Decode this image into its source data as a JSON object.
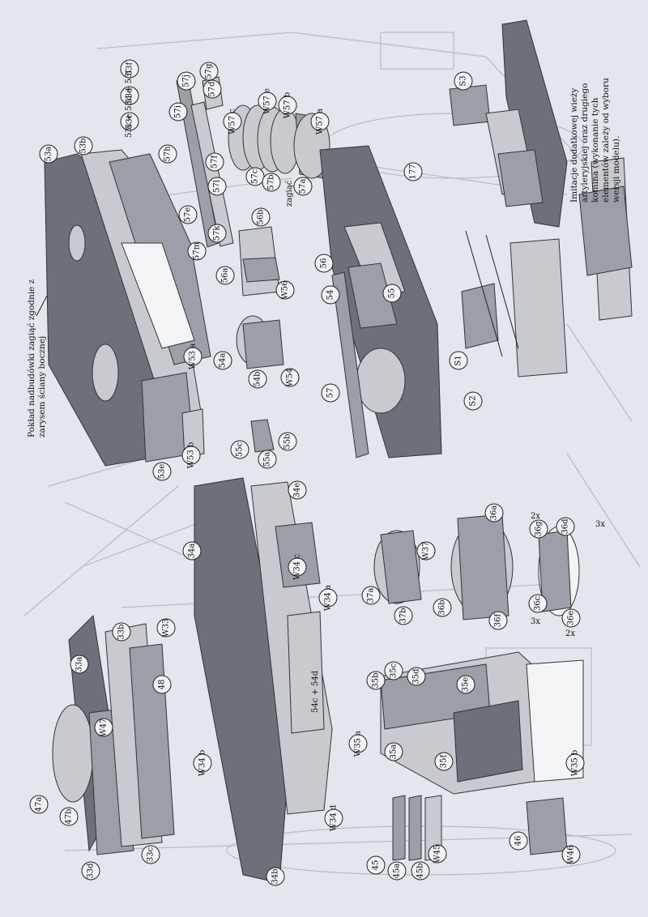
{
  "notes": {
    "deck_note": [
      "Pokład nadbudówki zagiąć zgodnie z",
      "zarysem ściany bocznej"
    ],
    "turret_note": [
      "Imitacje dodatkowej wieży",
      "artyleryjskiej oraz drugiego",
      "komina (wykonanie tych",
      "elementów zależy od wyboru",
      "wersji modelu)."
    ],
    "fold_label": "zagiąć",
    "sum_label_53": "53c + 53d + 53f",
    "sum_label_54": "54c + 54d"
  },
  "callouts": [
    {
      "id": "c53a",
      "text": "53a"
    },
    {
      "id": "c53b",
      "text": "53b"
    },
    {
      "id": "c53c",
      "text": "53c"
    },
    {
      "id": "c53d",
      "text": "53d"
    },
    {
      "id": "c53f",
      "text": "53f"
    },
    {
      "id": "c53e",
      "text": "53e"
    },
    {
      "id": "c57j",
      "text": "57j"
    },
    {
      "id": "c57g",
      "text": "57g"
    },
    {
      "id": "c57d",
      "text": "57d"
    },
    {
      "id": "c57i",
      "text": "57i"
    },
    {
      "id": "c57h",
      "text": "57h"
    },
    {
      "id": "c57f",
      "text": "57f"
    },
    {
      "id": "c57e",
      "text": "57e"
    },
    {
      "id": "c57k",
      "text": "57k"
    },
    {
      "id": "c57l",
      "text": "57l"
    },
    {
      "id": "c57m",
      "text": "57m"
    },
    {
      "id": "c57c",
      "text": "57c"
    },
    {
      "id": "c57b",
      "text": "57b"
    },
    {
      "id": "c57a",
      "text": "57a"
    },
    {
      "id": "cW57c",
      "text": "W57 c"
    },
    {
      "id": "cW57e",
      "text": "W57 e"
    },
    {
      "id": "cW57b",
      "text": "W57 b"
    },
    {
      "id": "cW57a",
      "text": "W57 a"
    },
    {
      "id": "cW53a",
      "text": "W53 a"
    },
    {
      "id": "cW53b",
      "text": "W53 b"
    },
    {
      "id": "c56b",
      "text": "56b"
    },
    {
      "id": "c56a",
      "text": "56a"
    },
    {
      "id": "cW56",
      "text": "W56"
    },
    {
      "id": "c54a",
      "text": "54a"
    },
    {
      "id": "c54b",
      "text": "54b"
    },
    {
      "id": "cW54",
      "text": "W54"
    },
    {
      "id": "c55c",
      "text": "55c"
    },
    {
      "id": "c55a",
      "text": "55a"
    },
    {
      "id": "c55b",
      "text": "55b"
    },
    {
      "id": "c177",
      "text": "177"
    },
    {
      "id": "c56",
      "text": "56"
    },
    {
      "id": "c54",
      "text": "54"
    },
    {
      "id": "c55",
      "text": "55"
    },
    {
      "id": "c57",
      "text": "57"
    },
    {
      "id": "cS3",
      "text": "S3"
    },
    {
      "id": "cS1",
      "text": "S1"
    },
    {
      "id": "cS2",
      "text": "S2"
    },
    {
      "id": "c34a",
      "text": "34a"
    },
    {
      "id": "c34e",
      "text": "34e"
    },
    {
      "id": "cW34c",
      "text": "W34 c"
    },
    {
      "id": "cW34a",
      "text": "W34 a"
    },
    {
      "id": "cW34b",
      "text": "W34 b"
    },
    {
      "id": "cW34d",
      "text": "W34 d"
    },
    {
      "id": "c34b",
      "text": "34b"
    },
    {
      "id": "c33a",
      "text": "33a"
    },
    {
      "id": "c33b",
      "text": "33b"
    },
    {
      "id": "cW33",
      "text": "W33"
    },
    {
      "id": "c48",
      "text": "48"
    },
    {
      "id": "cW47",
      "text": "W47"
    },
    {
      "id": "c47a",
      "text": "47a"
    },
    {
      "id": "c47b",
      "text": "47b"
    },
    {
      "id": "c33d",
      "text": "33d"
    },
    {
      "id": "c33c",
      "text": "33c"
    },
    {
      "id": "c37a",
      "text": "37a"
    },
    {
      "id": "c37b",
      "text": "37b"
    },
    {
      "id": "cW37",
      "text": "W37"
    },
    {
      "id": "c36a",
      "text": "36a"
    },
    {
      "id": "c36b",
      "text": "36b"
    },
    {
      "id": "c36c",
      "text": "36c"
    },
    {
      "id": "c36d",
      "text": "36d"
    },
    {
      "id": "c36e",
      "text": "36e"
    },
    {
      "id": "c36f",
      "text": "36f"
    },
    {
      "id": "c36g",
      "text": "36g"
    },
    {
      "id": "c35a",
      "text": "35a"
    },
    {
      "id": "c35b",
      "text": "35b"
    },
    {
      "id": "c35c",
      "text": "35c"
    },
    {
      "id": "c35d",
      "text": "35d"
    },
    {
      "id": "c35e",
      "text": "35e"
    },
    {
      "id": "c35f",
      "text": "35f"
    },
    {
      "id": "cW35a",
      "text": "W35 a"
    },
    {
      "id": "cW35b",
      "text": "W35 b"
    },
    {
      "id": "c45",
      "text": "45"
    },
    {
      "id": "c45a",
      "text": "45a"
    },
    {
      "id": "c45b",
      "text": "45b"
    },
    {
      "id": "cW45",
      "text": "W45"
    },
    {
      "id": "c46",
      "text": "46"
    },
    {
      "id": "cW46",
      "text": "W46"
    }
  ],
  "multipliers": {
    "m2x_a": "2x",
    "m3x_a": "3x",
    "m3x_b": "3x",
    "m2x_b": "2x"
  },
  "colors": {
    "paper": "#e3e6ec",
    "part_dark": "#6d7079",
    "part_mid": "#9c9fa7",
    "part_light": "#c8cad0",
    "ink": "#111111"
  }
}
